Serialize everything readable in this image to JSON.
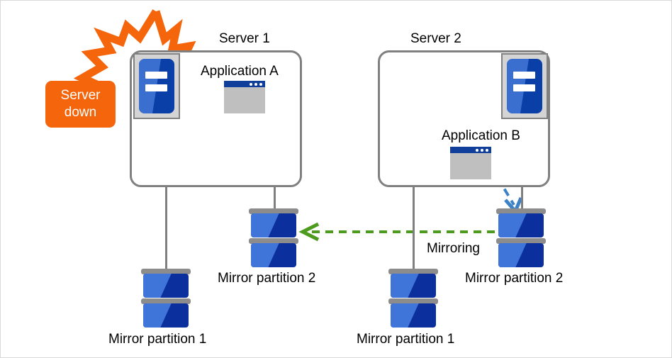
{
  "diagram": {
    "title_left": "Server 1",
    "title_right": "Server 2",
    "alert": {
      "line1": "Server",
      "line2": "down",
      "color": "#f4650c",
      "icon": "lightning-burst-icon"
    },
    "servers": [
      {
        "name": "Server 1",
        "status": "down",
        "server_icon": "server-rack-icon",
        "application": {
          "label": "Application A",
          "icon": "app-window-icon",
          "active": false
        },
        "disks": [
          {
            "label": "Mirror partition 1",
            "icon": "disk-stack-icon"
          },
          {
            "label": "Mirror partition 2",
            "icon": "disk-stack-icon"
          }
        ]
      },
      {
        "name": "Server 2",
        "status": "up",
        "server_icon": "server-rack-icon",
        "application": {
          "label": "Application  B",
          "icon": "app-window-icon",
          "active": true
        },
        "disks": [
          {
            "label": "Mirror partition 1",
            "icon": "disk-stack-icon"
          },
          {
            "label": "Mirror partition 2",
            "icon": "disk-stack-icon"
          }
        ]
      }
    ],
    "flows": [
      {
        "name": "mirroring-flow",
        "label": "Mirroring",
        "style": "dashed",
        "color": "#4c9a1e",
        "direction": "right-to-left"
      },
      {
        "name": "application-write-flow",
        "label": "",
        "style": "dashed",
        "color": "#3d82c4",
        "direction": "app-to-disk"
      }
    ],
    "colors": {
      "box_border": "#808080",
      "disk_dark": "#0b2f9c",
      "disk_light": "#3f74d8",
      "disk_cap": "#8c8c8c",
      "app_titlebar": "#103f9b",
      "app_body": "#bfbfbf",
      "alert_orange": "#f4650c",
      "mirroring_green": "#4c9a1e",
      "write_blue": "#3d82c4"
    }
  }
}
